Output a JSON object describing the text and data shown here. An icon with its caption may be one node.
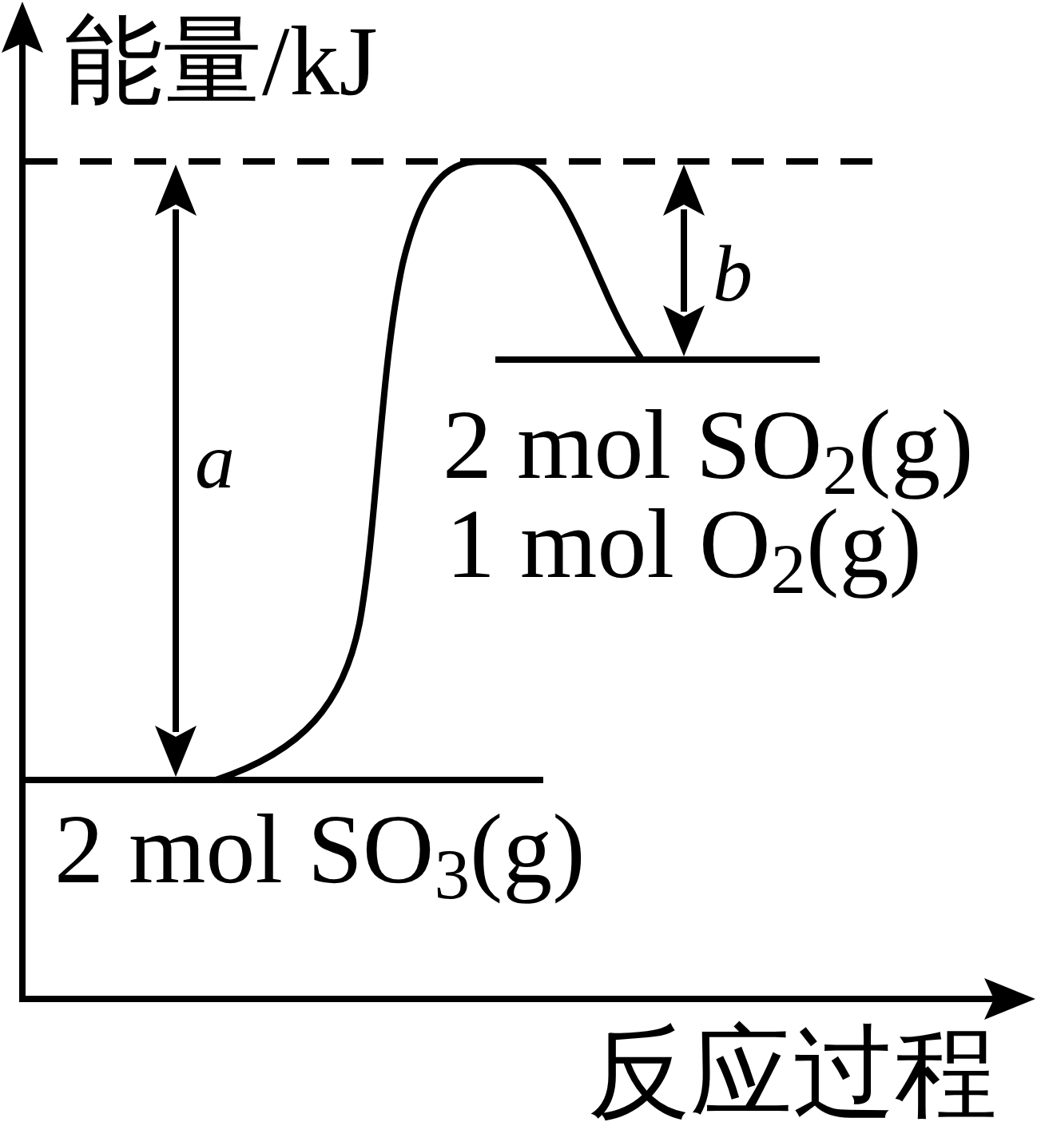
{
  "diagram": {
    "labels": [
      "能量/kJ",
      "b",
      "a",
      "2 mol SO$_{2}$(g)",
      "1 mol O$_{2}$(g)",
      "2 mol SO$_{3}$(g)",
      "反应过程"
    ]
  }
}
